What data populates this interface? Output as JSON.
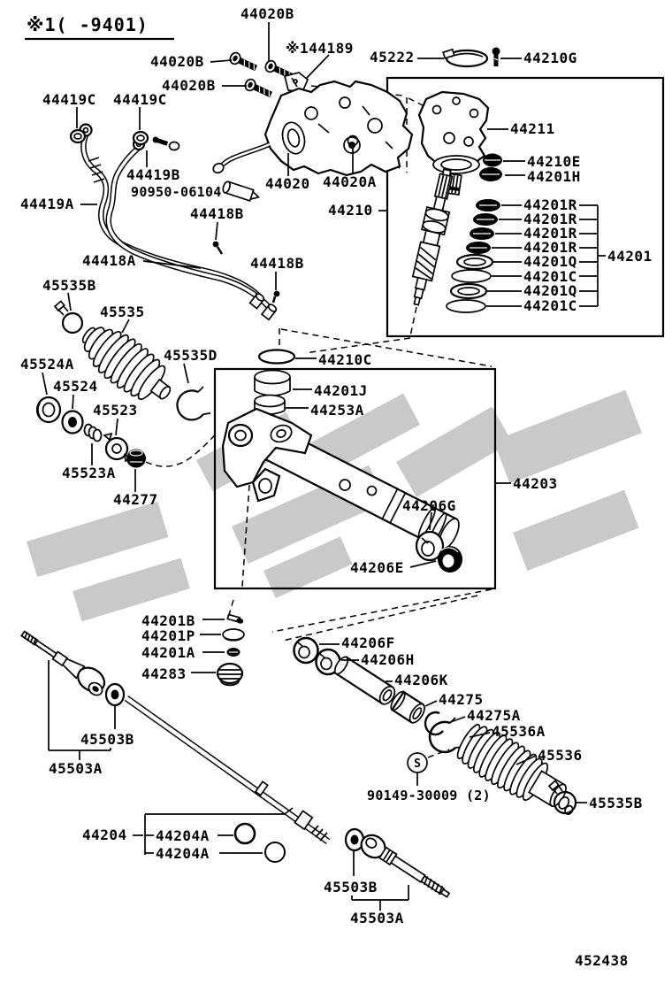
{
  "note": {
    "applicability": "※1(    -9401)"
  },
  "footer": {
    "figure_number": "452438"
  },
  "symbols": {
    "standard_part": "S"
  },
  "labels": {
    "n44020B": "44020B",
    "n144189": "※144189",
    "n45222": "45222",
    "n44210G": "44210G",
    "n44211": "44211",
    "n44210E": "44210E",
    "n44201H": "44201H",
    "n44210": "44210",
    "n44201R": "44201R",
    "n44201Q": "44201Q",
    "n44201C": "44201C",
    "n44201": "44201",
    "n44419C": "44419C",
    "n44419B": "44419B",
    "n90950": "90950-06104",
    "n44419A": "44419A",
    "n44418A": "44418A",
    "n44418B": "44418B",
    "n44020": "44020",
    "n44020A": "44020A",
    "n45535B": "45535B",
    "n45535": "45535",
    "n45535D": "45535D",
    "n45524A": "45524A",
    "n45524": "45524",
    "n45523": "45523",
    "n45523A": "45523A",
    "n44277": "44277",
    "n44210C": "44210C",
    "n44201J": "44201J",
    "n44253A": "44253A",
    "n44203": "44203",
    "n44206G": "44206G",
    "n44206E": "44206E",
    "n44201B": "44201B",
    "n44201P": "44201P",
    "n44201A": "44201A",
    "n44283": "44283",
    "n44206F": "44206F",
    "n44206H": "44206H",
    "n44206K": "44206K",
    "n44275": "44275",
    "n44275A": "44275A",
    "n45536A": "45536A",
    "n45536": "45536",
    "n90149": "90149-30009 (2)",
    "n45503B": "45503B",
    "n45503A": "45503A",
    "n44204": "44204",
    "n44204A": "44204A"
  }
}
